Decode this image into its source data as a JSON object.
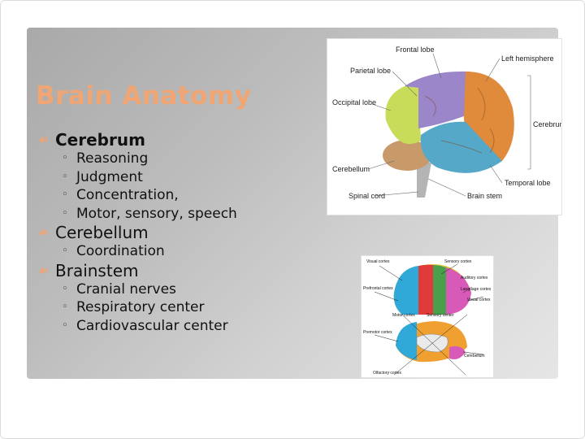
{
  "slide": {
    "title": "Brain Anatomy",
    "sections": [
      {
        "label": "Cerebrum",
        "items": [
          "Reasoning",
          "Judgment",
          "Concentration,",
          "Motor, sensory, speech"
        ]
      },
      {
        "label": "Cerebellum",
        "items": [
          "Coordination"
        ]
      },
      {
        "label": "Brainstem",
        "items": [
          "Cranial nerves",
          "Respiratory center",
          "Cardiovascular center"
        ]
      }
    ]
  },
  "brain_diagram": {
    "labels": {
      "frontal_lobe": "Frontal lobe",
      "left_hemisphere": "Left hemisphere",
      "parietal_lobe": "Parietal lobe",
      "occipital_lobe": "Occipital lobe",
      "cerebrum": "Cerebrum",
      "cerebellum": "Cerebellum",
      "temporal_lobe": "Temporal lobe",
      "spinal_cord": "Spinal cord",
      "brain_stem": "Brain stem"
    }
  },
  "cortex_diagram": {
    "labels": {
      "visual_cortex_top": "Visual cortex",
      "sensory_cortex": "Sensory cortex",
      "auditory_cortex": "Auditory cortex",
      "prefrontal_cortex": "Prefrontal cortex",
      "language_cortex": "Language cortex",
      "motor_cortex": "Motor cortex",
      "sensory_center": "Sensory center",
      "visual_cortex": "Visual cortex",
      "premotor_cortex": "Premotor cortex",
      "cerebellum": "Cerebellum",
      "olfactory_cortex": "Olfactory cortex"
    }
  },
  "colors": {
    "title": "#f0a572",
    "frontal": "#e08a3c",
    "parietal": "#9a86c8",
    "occipital": "#c8dc5a",
    "temporal": "#56a8c8",
    "cerebellum": "#c89a6a",
    "stem": "#b4b4b4"
  }
}
